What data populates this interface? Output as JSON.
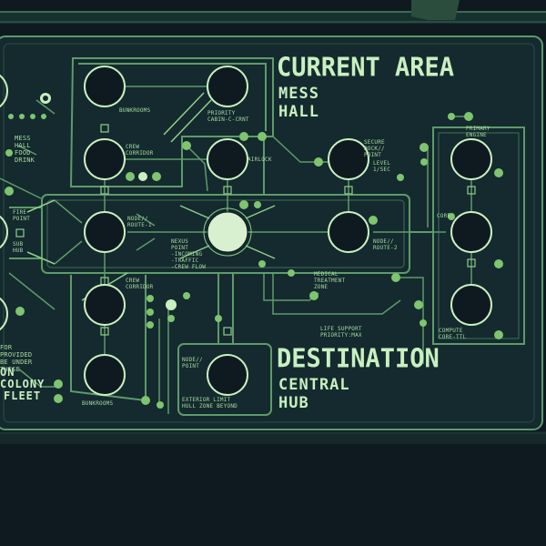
{
  "colors": {
    "background": "#0e1a20",
    "panel": "#142a2e",
    "line": "#5e9a6a",
    "line_bright": "#8fcf8a",
    "dot": "#7fc46f",
    "text": "#c8f0c0",
    "hub_fill": "#d8f0d0"
  },
  "current_area": {
    "heading": "CURRENT AREA",
    "name_line1": "MESS",
    "name_line2": "HALL"
  },
  "destination": {
    "heading": "DESTINATION",
    "name_line1": "CENTRAL",
    "name_line2": "HUB"
  },
  "labels": {
    "bunkrooms_top": "BUNKROOMS",
    "priority_cabin": "PRIORITY\nCABIN-C-CRNT",
    "crew_corridor_top": "CREW\nCORRIDOR",
    "node_route_1": "NODE//\nROUTE-1",
    "nexus_point": "NEXUS\nPOINT\n-INCOMING\n-TRAFFIC\n-CREW FLOW",
    "crew_corridor_bottom": "CREW\nCORRIDOR",
    "bunkrooms_bottom": "BUNKROOMS",
    "airlock": "AIRLOCK",
    "secure_dock": "SECURE\nDOCK//\nPOINT",
    "level_sec": "LEVEL\n1/SEC",
    "node_route_2": "NODE//\nROUTE-2",
    "medical": "MEDICAL\nTREATMENT\nZONE",
    "life_support": "LIFE SUPPORT\nPRIORITY:MAX",
    "primary_engine": "PRIMARY\nENGINE",
    "core": "CORE",
    "compute_core": "COMPUTE\nCORE-TTL",
    "exit_point": "NODE//\nPOINT",
    "exterior_limit": "EXTERIOR LIMIT\nHULL ZONE BEYOND",
    "left_mess": "MESS\nHALL\nFOOD\nDRINK",
    "left_fire": "FIRE\nPOINT",
    "left_sub": "SUB\nHUB",
    "left_note": "FOR\nPROVIDED\nBE UNDER\nTHESE",
    "left_fleet_1": "ON",
    "left_fleet_2": "COLONY",
    "left_fleet_3": "FLEET"
  }
}
